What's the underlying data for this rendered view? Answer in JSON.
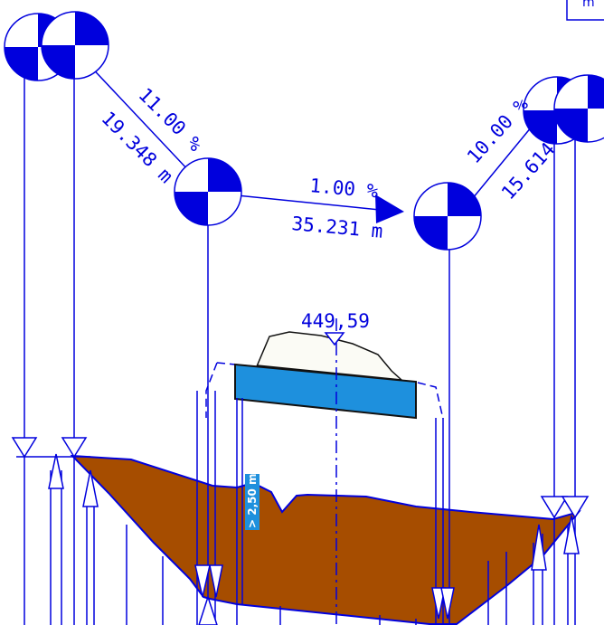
{
  "drawing": {
    "line_color": "#0000dd",
    "earth_color": "#a64d00",
    "pipe_color": "#1e90dd",
    "spot_level": "449,59",
    "corner_label": "m",
    "depth_badge": "> 2,50 m",
    "segments": [
      {
        "slope": "11.00 %",
        "length": "19.348 m"
      },
      {
        "slope": "1.00 %",
        "length": "35.231 m"
      },
      {
        "slope": "10.00 %",
        "length": "15.614"
      }
    ]
  }
}
